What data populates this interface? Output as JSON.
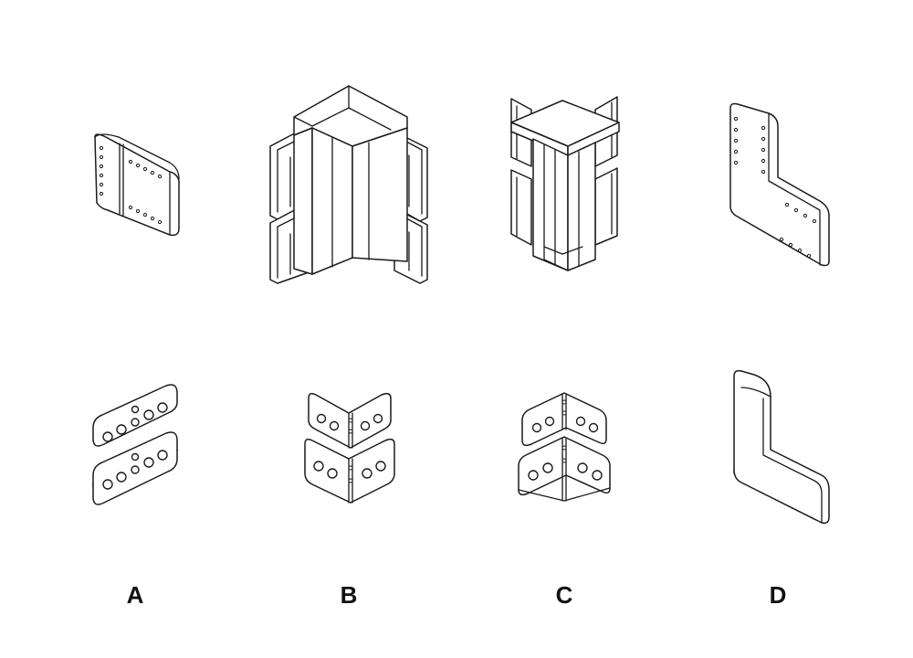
{
  "labels": {
    "a": "A",
    "b": "B",
    "c": "C",
    "d": "D"
  },
  "colors": {
    "background": "#ffffff",
    "line": "#1a1a1a",
    "fill": "#ffffff"
  }
}
